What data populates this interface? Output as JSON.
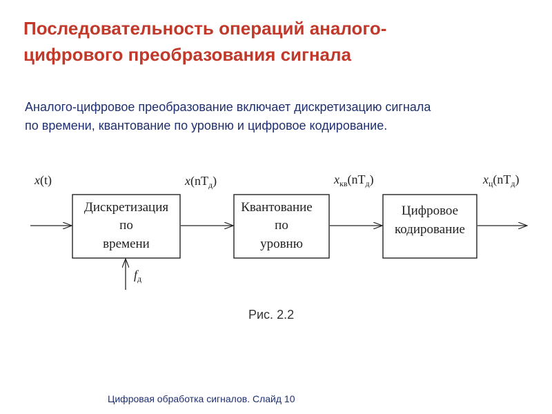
{
  "title": {
    "line1": "Последовательность операций аналого-",
    "line2": "цифрового преобразования сигнала"
  },
  "intro": {
    "line1": "Аналого-цифровое преобразование включает дискретизацию сигнала",
    "line2": "по времени, квантование по уровню и цифровое кодирование."
  },
  "diagram": {
    "input": {
      "var": "x",
      "arg": "(t)"
    },
    "sampled": {
      "var": "x",
      "arg_open": "(nT",
      "sub": "д",
      "arg_close": ")"
    },
    "quantized": {
      "var": "x",
      "var_sub": "кв",
      "arg_open": "(nT",
      "sub": "д",
      "arg_close": ")"
    },
    "digital": {
      "var": "x",
      "var_sub": "ц",
      "arg_open": "(nT",
      "sub": "д",
      "arg_close": ")"
    },
    "clock": {
      "var": "f",
      "sub": "д"
    },
    "blocks": [
      {
        "line1": "Дискретизация",
        "line2": "по",
        "line3": "времени"
      },
      {
        "line1": "Квантование",
        "line2": "по",
        "line3": "уровню"
      },
      {
        "line1": "Цифровое",
        "line2": "кодирование"
      }
    ]
  },
  "caption": "Рис. 2.2",
  "footer": "Цифровая обработка сигналов.  Слайд  10",
  "colors": {
    "title": "#c0392b",
    "text": "#1f2f70"
  }
}
